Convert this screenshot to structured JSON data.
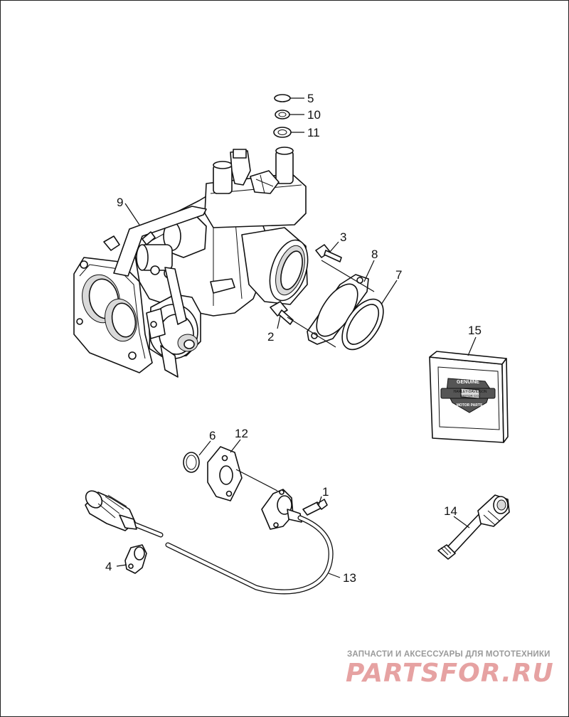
{
  "callouts": [
    {
      "id": "1",
      "label": "1"
    },
    {
      "id": "2",
      "label": "2"
    },
    {
      "id": "3",
      "label": "3"
    },
    {
      "id": "4",
      "label": "4"
    },
    {
      "id": "5",
      "label": "5"
    },
    {
      "id": "6",
      "label": "6"
    },
    {
      "id": "7",
      "label": "7"
    },
    {
      "id": "8",
      "label": "8"
    },
    {
      "id": "9",
      "label": "9"
    },
    {
      "id": "10",
      "label": "10"
    },
    {
      "id": "11",
      "label": "11"
    },
    {
      "id": "12",
      "label": "12"
    },
    {
      "id": "13",
      "label": "13"
    },
    {
      "id": "14",
      "label": "14"
    },
    {
      "id": "15",
      "label": "15"
    }
  ],
  "kit_box": {
    "logo_top": "GENUINE",
    "logo_middle_1": "HARLEY-DAVIDSON",
    "logo_middle_2": "MOTOR CO.",
    "logo_bottom": "MOTOR PARTS"
  },
  "watermark": {
    "caption": "ЗАПЧАСТИ И АКСЕССУАРЫ ДЛЯ МОТОТЕХНИКИ",
    "logo": "PARTSFOR.RU"
  }
}
